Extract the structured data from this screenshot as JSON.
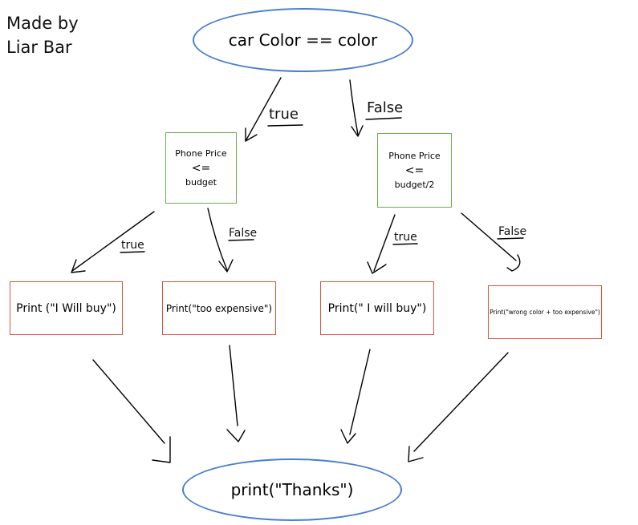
{
  "credit": {
    "line1": "Made by",
    "line2": "Liar Bar"
  },
  "colors": {
    "terminal_border": "#4a7ed0",
    "decision_border": "#6ab04c",
    "output_border": "#d9553b",
    "ink": "#000000"
  },
  "nodes": {
    "root": {
      "text": "car Color == color"
    },
    "cond_left": {
      "line1": "Phone Price",
      "line2": "<=",
      "line3": "budget"
    },
    "cond_right": {
      "line1": "Phone Price",
      "line2": "<=",
      "line3": "budget/2"
    },
    "out1": {
      "text": "Print (\"I Will buy\")"
    },
    "out2": {
      "text": "Print(\"too expensive\")"
    },
    "out3": {
      "text": "Print(\" I will buy\")"
    },
    "out4": {
      "text": "Print(\"wrong color + too expensive\")"
    },
    "end": {
      "text": "print(\"Thanks\")"
    }
  },
  "edge_labels": {
    "root_true": "true",
    "root_false": "False",
    "left_true": "true",
    "left_false": "False",
    "right_true": "true",
    "right_false": "False"
  }
}
